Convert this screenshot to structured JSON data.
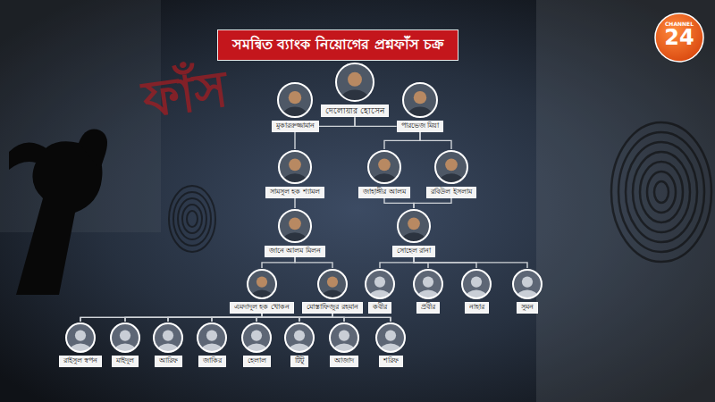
{
  "diagram": {
    "title": "সমন্বিত ব্যাংক নিয়োগের প্রশ্নফাঁস চক্র",
    "nodes": [
      {
        "text": [
          "দেলোয়ার হোসেন"
        ]
      },
      {
        "text": [
          "মুকাররুজ্জামান"
        ]
      },
      {
        "text": [
          "পারভেজ মিয়া"
        ]
      },
      {
        "text": [
          "সামসুল হক শ্যামল"
        ]
      },
      {
        "text": [
          "জাহাঙ্গীর আলম"
        ]
      },
      {
        "text": [
          "রবিউল ইসলাম"
        ]
      },
      {
        "text": [
          "জানে আলম মিলন"
        ]
      },
      {
        "text": [
          "সোহেল রানা"
        ]
      },
      {
        "text": [
          "এমদাদুল হক খোকন"
        ]
      },
      {
        "text": [
          "মোস্তাফিজুর রহমান"
        ]
      },
      {
        "text": [
          "কবীর"
        ]
      },
      {
        "text": [
          "প্রবীর"
        ]
      },
      {
        "text": [
          "নাহার"
        ]
      },
      {
        "text": [
          "সুমন"
        ]
      },
      {
        "text": [
          "রাইসুল স্বপন"
        ]
      },
      {
        "text": [
          "মাইদুল"
        ]
      },
      {
        "text": [
          "আরিফ"
        ]
      },
      {
        "text": [
          "জাকির"
        ]
      },
      {
        "text": [
          "হেলাল"
        ]
      },
      {
        "text": [
          "টিটু"
        ]
      },
      {
        "text": [
          "আজাদ"
        ]
      },
      {
        "text": [
          "শরিফ"
        ]
      }
    ],
    "edges": [
      {
        "from": 0,
        "to": 1,
        "arrow": "none"
      },
      {
        "from": 0,
        "to": 2,
        "arrow": "none"
      },
      {
        "from": 1,
        "to": 3,
        "arrow": "none"
      },
      {
        "from": 2,
        "to": 4,
        "arrow": "none"
      },
      {
        "from": 2,
        "to": 5,
        "arrow": "none"
      },
      {
        "from": 3,
        "to": 6,
        "arrow": "none"
      },
      {
        "from": 4,
        "to": 7,
        "arrow": "none"
      },
      {
        "from": 5,
        "to": 7,
        "arrow": "none"
      },
      {
        "from": 6,
        "to": 8,
        "arrow": "none"
      },
      {
        "from": 6,
        "to": 9,
        "arrow": "none"
      },
      {
        "from": 7,
        "to": 10,
        "arrow": "none"
      },
      {
        "from": 7,
        "to": 11,
        "arrow": "none"
      },
      {
        "from": 7,
        "to": 12,
        "arrow": "none"
      },
      {
        "from": 7,
        "to": 13,
        "arrow": "none"
      },
      {
        "from": 8,
        "to": 14,
        "arrow": "none"
      },
      {
        "from": 8,
        "to": 15,
        "arrow": "none"
      },
      {
        "from": 8,
        "to": 16,
        "arrow": "none"
      },
      {
        "from": 8,
        "to": 17,
        "arrow": "none"
      },
      {
        "from": 8,
        "to": 18,
        "arrow": "none"
      },
      {
        "from": 8,
        "to": 19,
        "arrow": "none"
      },
      {
        "from": 8,
        "to": 20,
        "arrow": "none"
      },
      {
        "from": 8,
        "to": 21,
        "arrow": "none"
      },
      {
        "from": 9,
        "to": 14,
        "arrow": "none"
      },
      {
        "from": 9,
        "to": 15,
        "arrow": "none"
      },
      {
        "from": 9,
        "to": 16,
        "arrow": "none"
      },
      {
        "from": 9,
        "to": 17,
        "arrow": "none"
      },
      {
        "from": 9,
        "to": 18,
        "arrow": "none"
      },
      {
        "from": 9,
        "to": 19,
        "arrow": "none"
      },
      {
        "from": 9,
        "to": 20,
        "arrow": "none"
      },
      {
        "from": 9,
        "to": 21,
        "arrow": "none"
      }
    ],
    "labels": [
      "ফাঁস",
      "CHANNEL",
      "24"
    ]
  }
}
